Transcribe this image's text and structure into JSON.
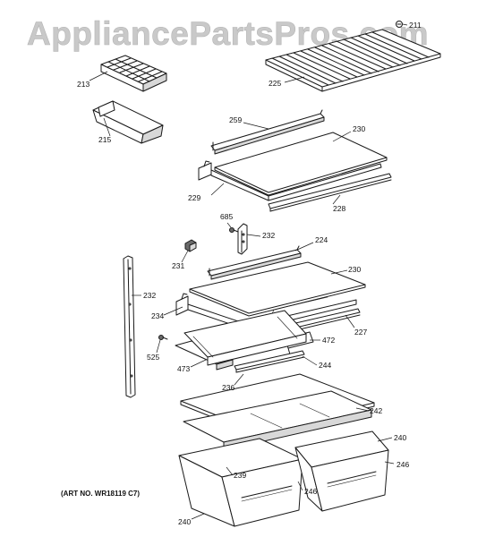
{
  "watermark": "AppliancePartsPros.com",
  "art_number": "(ART NO. WR18119 C7)",
  "labels": {
    "p211": "211",
    "p213": "213",
    "p215": "215",
    "p225": "225",
    "p259": "259",
    "p230a": "230",
    "p229": "229",
    "p228": "228",
    "p685": "685",
    "p232a": "232",
    "p224": "224",
    "p231": "231",
    "p230b": "230",
    "p232b": "232",
    "p234": "234",
    "p227": "227",
    "p472": "472",
    "p525": "525",
    "p473": "473",
    "p244": "244",
    "p236": "236",
    "p242": "242",
    "p240a": "240",
    "p246a": "246",
    "p239": "239",
    "p246b": "246",
    "p240b": "240"
  }
}
